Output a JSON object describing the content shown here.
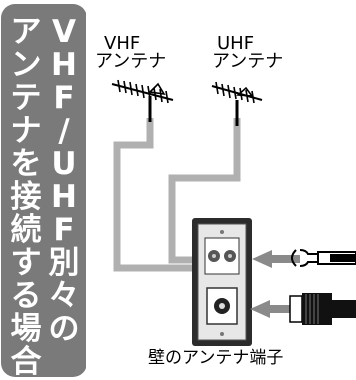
{
  "title": {
    "column1": [
      "ア",
      "ン",
      "テ",
      "ナ",
      "を",
      "接",
      "続",
      "す",
      "る",
      "場",
      "合"
    ],
    "column2": [
      "V",
      "H",
      "F",
      "/",
      "U",
      "H",
      "F",
      "別",
      "々",
      "の"
    ]
  },
  "antennas": [
    {
      "line1": "VHF",
      "line2": "アンテナ"
    },
    {
      "line1": "UHF",
      "line2": "アンテナ"
    }
  ],
  "wall_terminal_label": "壁のアンテナ端子",
  "colors": {
    "tab_gray": "#7a7a7a",
    "cable_gray": "#b0b0b0",
    "plate_dark": "#2c2c2c",
    "arrow_gray": "#8a8a8a"
  }
}
